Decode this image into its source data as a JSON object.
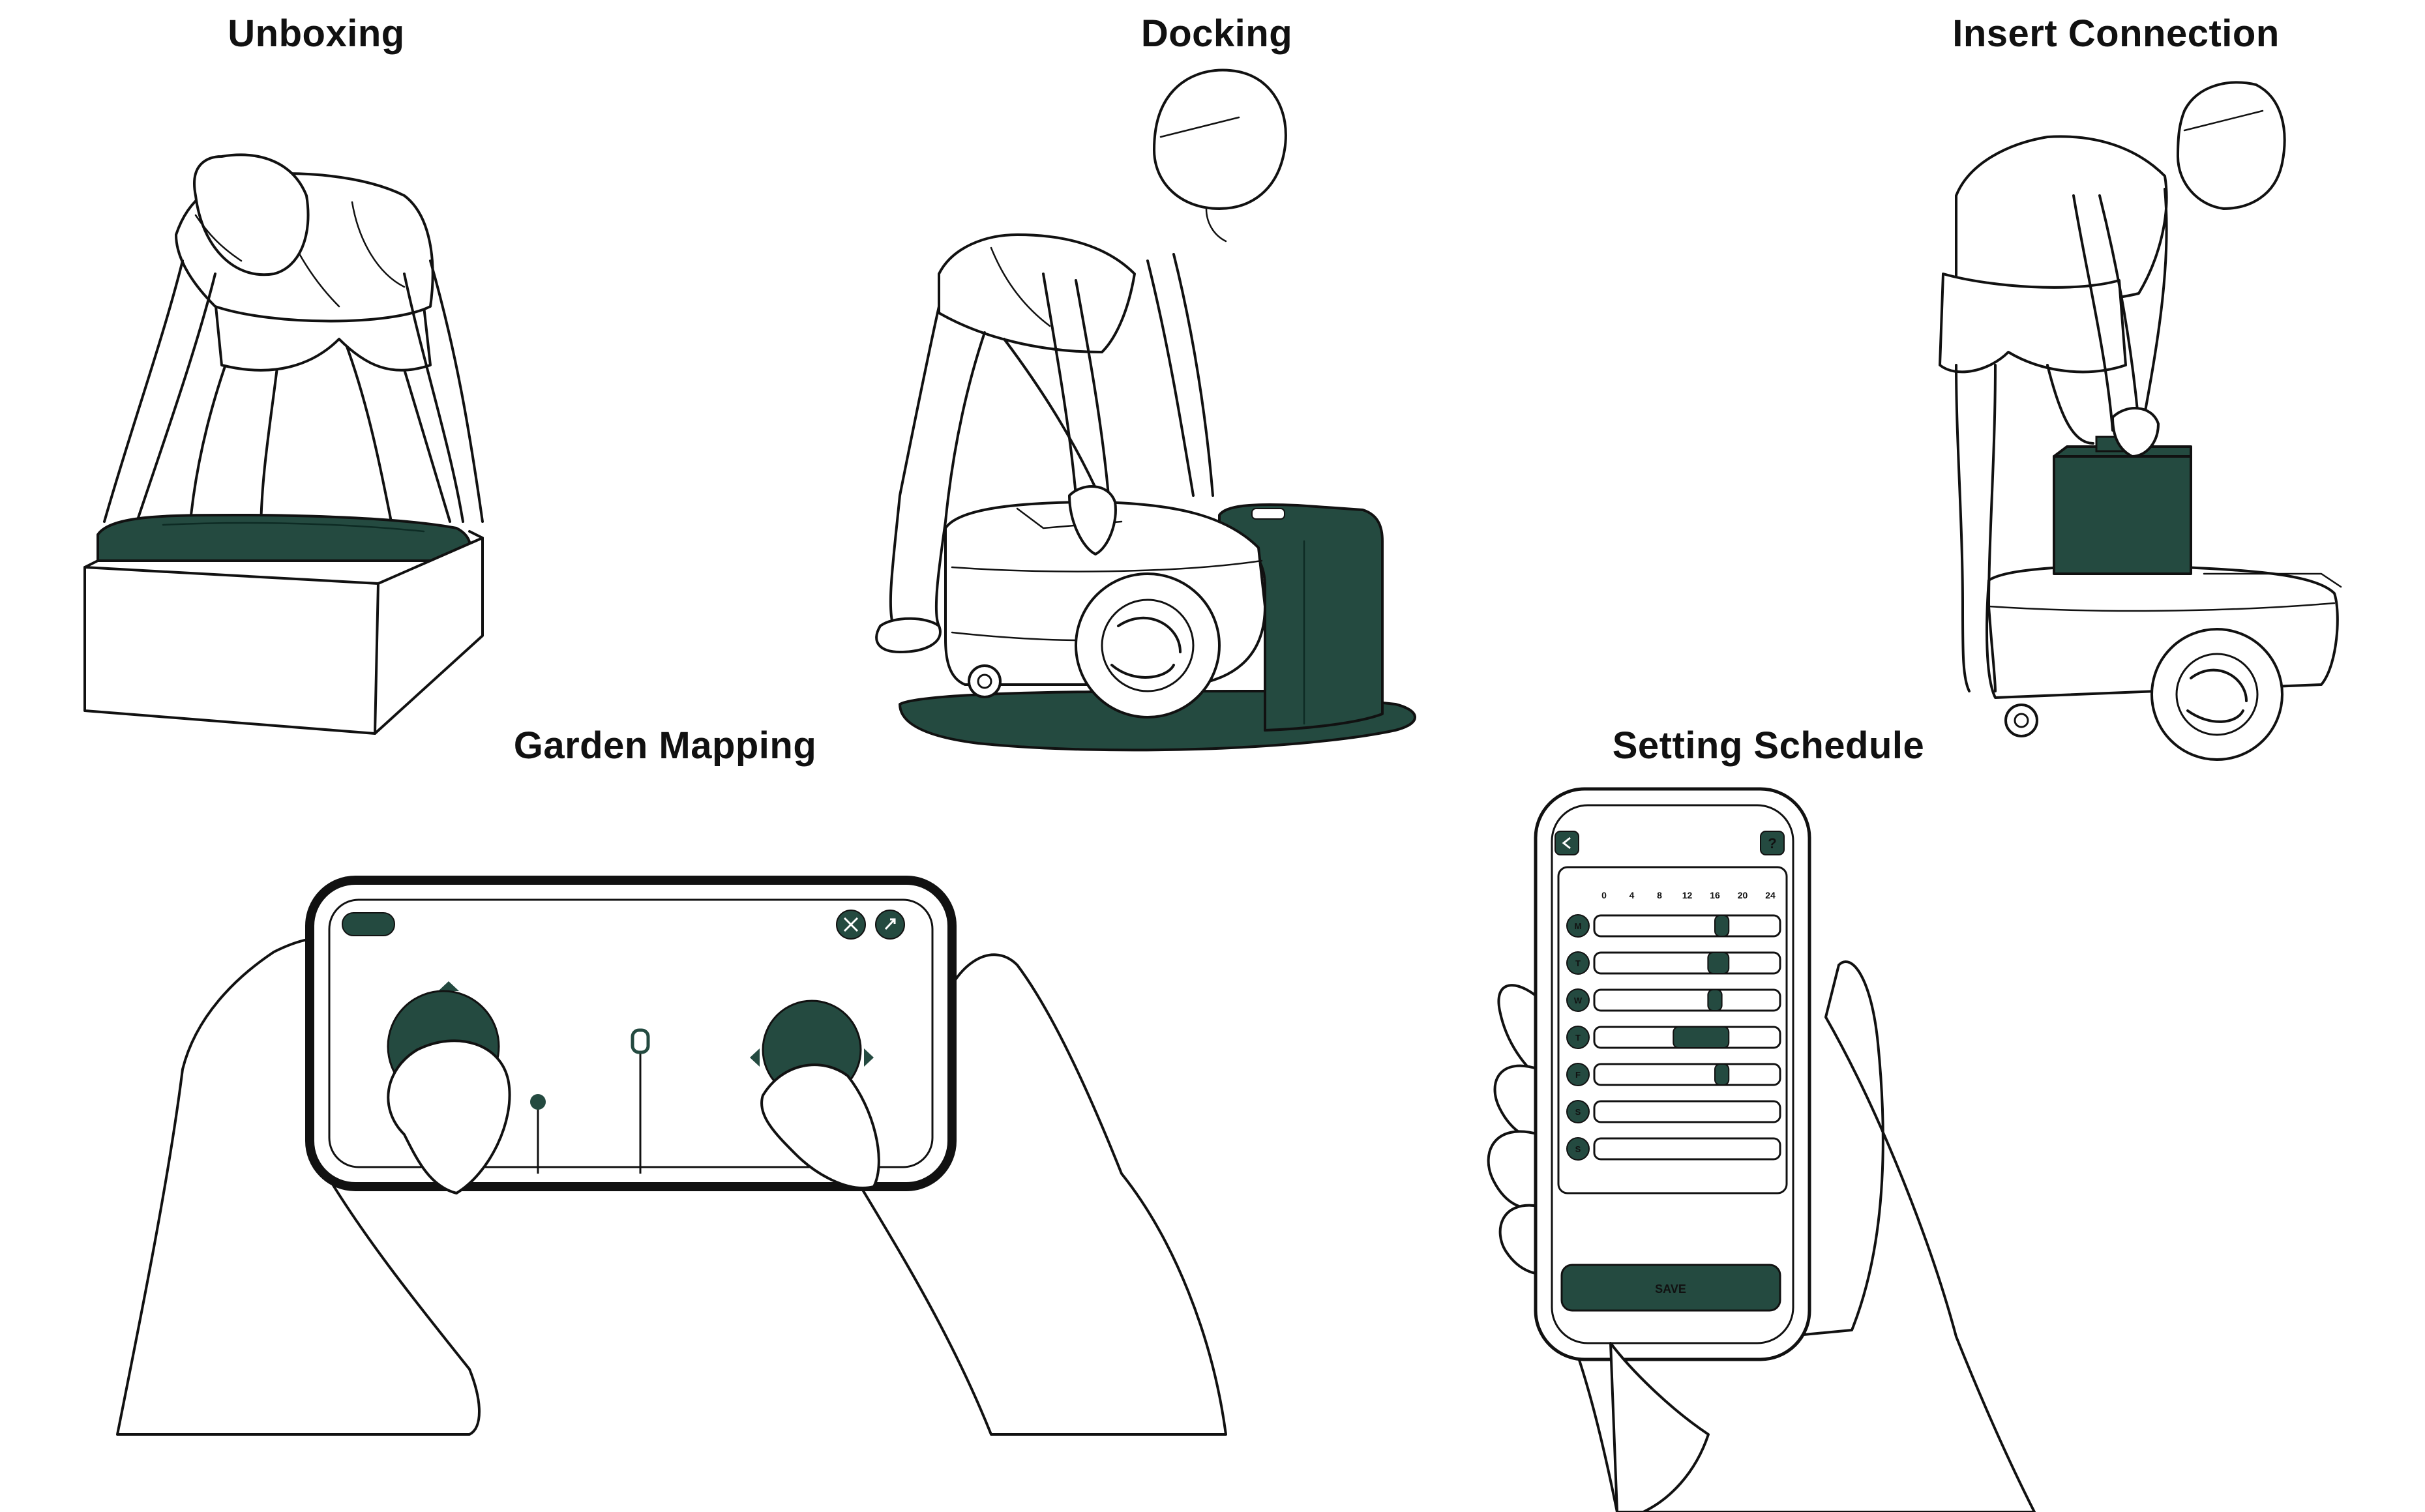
{
  "steps": [
    {
      "id": "unboxing",
      "title": "Unboxing"
    },
    {
      "id": "docking",
      "title": "Docking"
    },
    {
      "id": "insert",
      "title": "Insert Connection"
    },
    {
      "id": "mapping",
      "title": "Garden Mapping"
    },
    {
      "id": "schedule",
      "title": "Setting Schedule"
    }
  ],
  "schedule_app": {
    "back_icon": "chevron-left-icon",
    "help_label": "?",
    "hour_ticks": [
      "0",
      "4",
      "8",
      "12",
      "16",
      "20",
      "24"
    ],
    "days": [
      {
        "label": "M",
        "start": 16,
        "end": 18
      },
      {
        "label": "T",
        "start": 15,
        "end": 18
      },
      {
        "label": "W",
        "start": 15,
        "end": 17
      },
      {
        "label": "T",
        "start": 10,
        "end": 18
      },
      {
        "label": "F",
        "start": 16,
        "end": 18
      },
      {
        "label": "S",
        "start": null,
        "end": null
      },
      {
        "label": "S",
        "start": null,
        "end": null
      }
    ],
    "save_label": "SAVE"
  },
  "mapping_app": {
    "icons": [
      "menu-pill-icon",
      "close-icon",
      "map-pin-icon"
    ]
  },
  "colors": {
    "accent": "#244a40",
    "line": "#111111",
    "background": "#ffffff"
  }
}
